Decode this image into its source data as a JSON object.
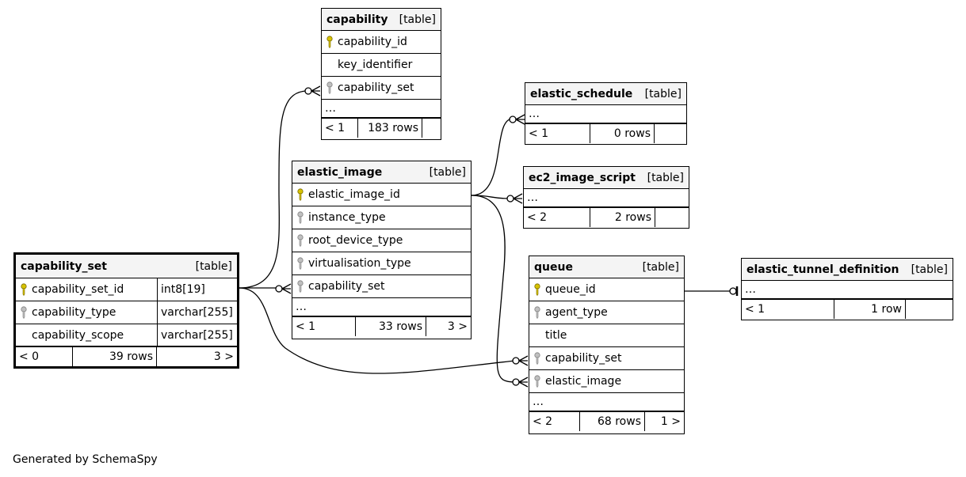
{
  "tables": {
    "capability": {
      "name": "capability",
      "kind": "[table]",
      "columns": [
        "capability_id",
        "key_identifier",
        "capability_set"
      ],
      "ellipsis": "…",
      "footer": [
        "< 1",
        "183 rows",
        ""
      ]
    },
    "elastic_schedule": {
      "name": "elastic_schedule",
      "kind": "[table]",
      "ellipsis": "…",
      "footer": [
        "< 1",
        "0 rows",
        ""
      ]
    },
    "ec2_image_script": {
      "name": "ec2_image_script",
      "kind": "[table]",
      "ellipsis": "…",
      "footer": [
        "< 2",
        "2 rows",
        ""
      ]
    },
    "elastic_image": {
      "name": "elastic_image",
      "kind": "[table]",
      "columns": [
        "elastic_image_id",
        "instance_type",
        "root_device_type",
        "virtualisation_type",
        "capability_set"
      ],
      "ellipsis": "…",
      "footer": [
        "< 1",
        "33 rows",
        "3 >"
      ]
    },
    "capability_set": {
      "name": "capability_set",
      "kind": "[table]",
      "columns": [
        "capability_set_id",
        "capability_type",
        "capability_scope"
      ],
      "types": [
        "int8[19]",
        "varchar[255]",
        "varchar[255]"
      ],
      "footer": [
        "< 0",
        "39 rows",
        "3 >"
      ]
    },
    "queue": {
      "name": "queue",
      "kind": "[table]",
      "columns": [
        "queue_id",
        "agent_type",
        "title",
        "capability_set",
        "elastic_image"
      ],
      "ellipsis": "…",
      "footer": [
        "< 2",
        "68 rows",
        "1 >"
      ]
    },
    "elastic_tunnel_definition": {
      "name": "elastic_tunnel_definition",
      "kind": "[table]",
      "ellipsis": "…",
      "footer": [
        "< 1",
        "1 row",
        ""
      ]
    }
  },
  "credit": "Generated by SchemaSpy"
}
